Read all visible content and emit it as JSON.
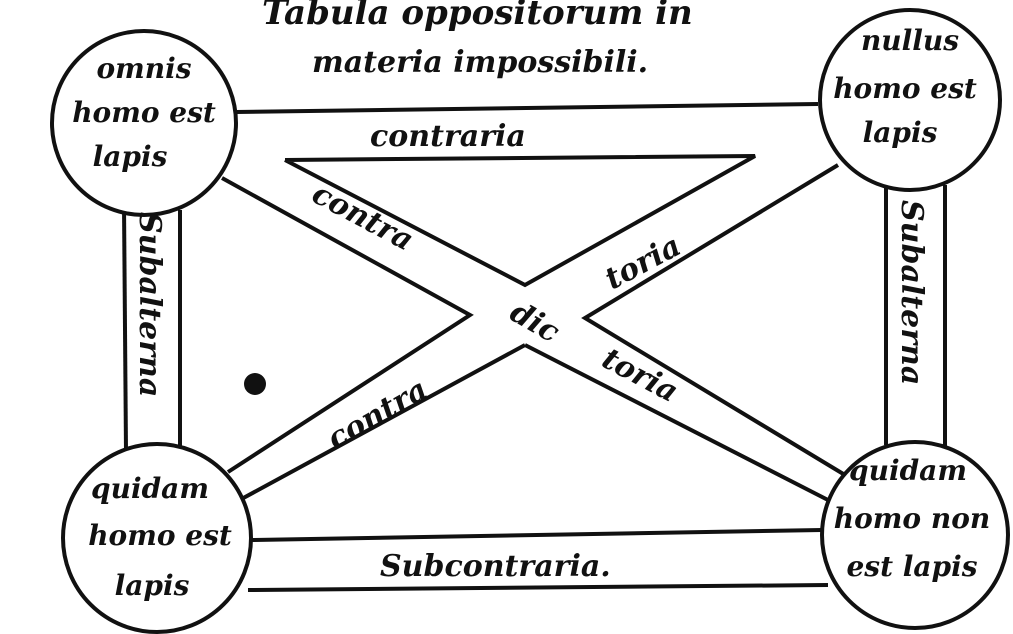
{
  "title": {
    "line1": "Tabula oppositorum in",
    "line2": "materia impossibili."
  },
  "propositions": {
    "top_left": [
      "omnis",
      "homo est",
      "lapis"
    ],
    "top_right": [
      "nullus",
      "homo est",
      "lapis"
    ],
    "bottom_left": [
      "quidam",
      "homo est",
      "lapis"
    ],
    "bottom_right": [
      "quidam",
      "homo non",
      "est lapis"
    ]
  },
  "relations": {
    "contraria": "contraria",
    "subcontraria": "Subcontraria.",
    "subalterna_left": "Subalterna",
    "subalterna_right": "Subalterna",
    "contradictoria_1a": "contra",
    "contradictoria_1b": "toria",
    "contradictoria_mid": "dic",
    "contradictoria_2a": "contra",
    "contradictoria_2b": "toria"
  },
  "colors": {
    "ink": "#111111",
    "paper": "#ffffff"
  }
}
